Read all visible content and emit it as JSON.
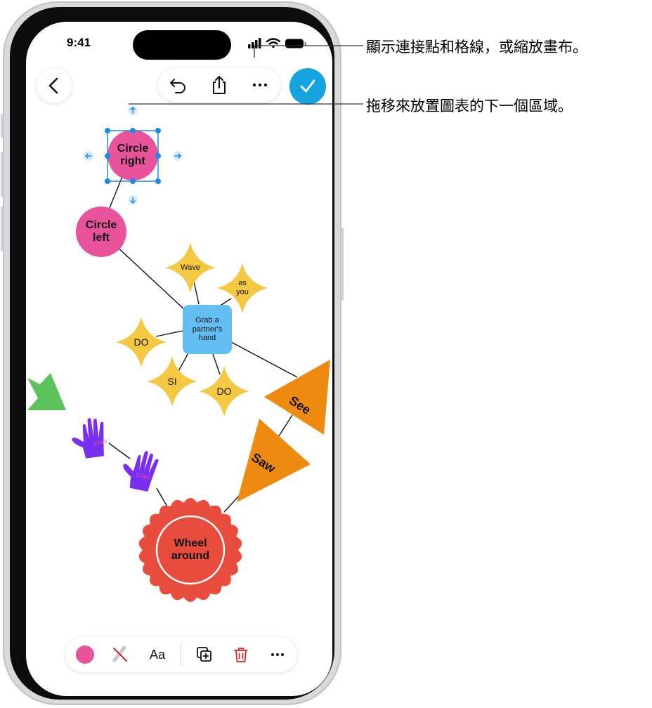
{
  "status": {
    "time": "9:41"
  },
  "toolbar": {
    "back": "back-icon",
    "undo": "undo-icon",
    "share": "share-icon",
    "more": "ellipsis-icon",
    "done": "checkmark-icon",
    "done_color": "#15a4e0"
  },
  "diagram": {
    "circle_right": {
      "line1": "Circle",
      "line2": "right",
      "color": "#e8539b"
    },
    "circle_left": {
      "line1": "Circle",
      "line2": "left",
      "color": "#e8539b"
    },
    "wave": "Wave",
    "as_you": {
      "line1": "as",
      "line2": "you"
    },
    "grab": {
      "line1": "Grab a",
      "line2": "partner's",
      "line3": "hand",
      "color": "#63bff2"
    },
    "do_left": "DO",
    "si": "SI",
    "do_bottom": "DO",
    "star_color": "#f5c842",
    "see": "See",
    "saw": "Saw",
    "triangle_color": "#ee8a10",
    "clap1": "(Clap)",
    "clap2": "(Clap)",
    "hand_color": "#7a2ff0",
    "arrow_color": "#5cc35a",
    "wheel": {
      "line1": "Wheel",
      "line2": "around",
      "color": "#e84c3d"
    },
    "selection_color": "#1a8be8"
  },
  "bottom_bar": {
    "fill_color": "#e8539b",
    "stroke": "no-stroke-icon",
    "text_style": "Aa",
    "duplicate": "duplicate-icon",
    "delete": "trash-icon",
    "more": "ellipsis-icon"
  },
  "callouts": [
    {
      "text": "顯示連接點和格線，或縮放畫布。"
    },
    {
      "text": "拖移來放置圖表的下一個區域。"
    }
  ]
}
